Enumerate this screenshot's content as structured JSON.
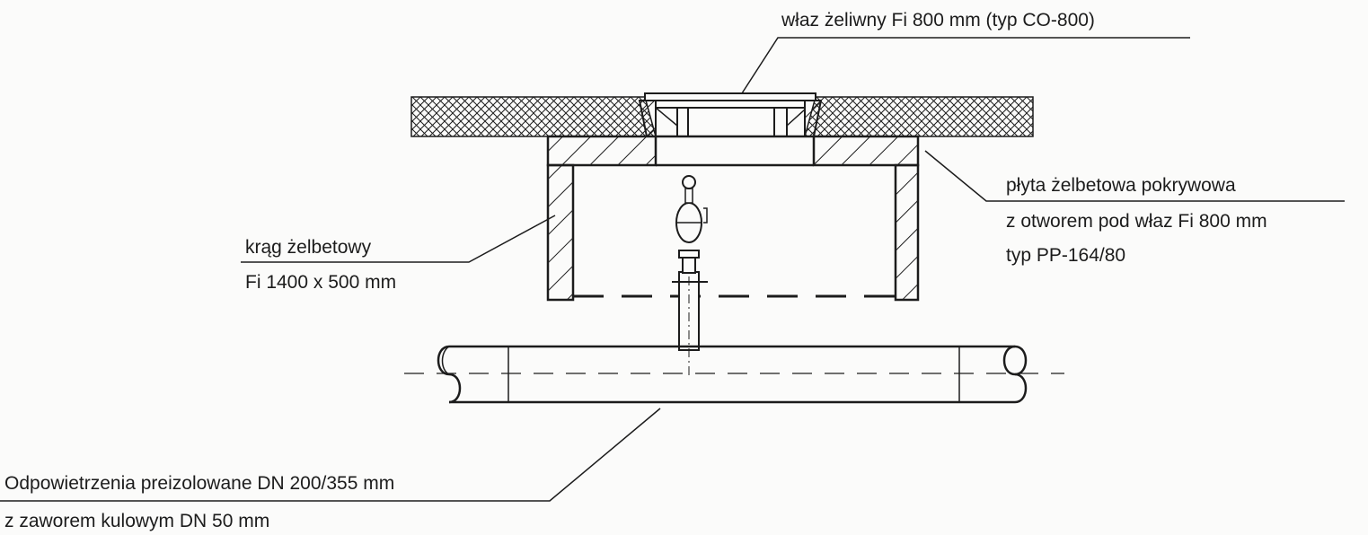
{
  "labels": {
    "manhole": "właz żeliwny Fi 800 mm (typ CO-800)",
    "slab_line1": "płyta żelbetowa pokrywowa",
    "slab_line2": "z otworem pod właz Fi 800 mm",
    "slab_line3": "typ PP-164/80",
    "ring_line1": "krąg żelbetowy",
    "ring_line2": "Fi 1400 x 500 mm",
    "vent_line1": "Odpowietrzenia preizolowane DN 200/355 mm",
    "vent_line2": "z zaworem kulowym DN 50 mm"
  },
  "colors": {
    "ink": "#1c1c1c",
    "paper": "#fbfbfa"
  }
}
